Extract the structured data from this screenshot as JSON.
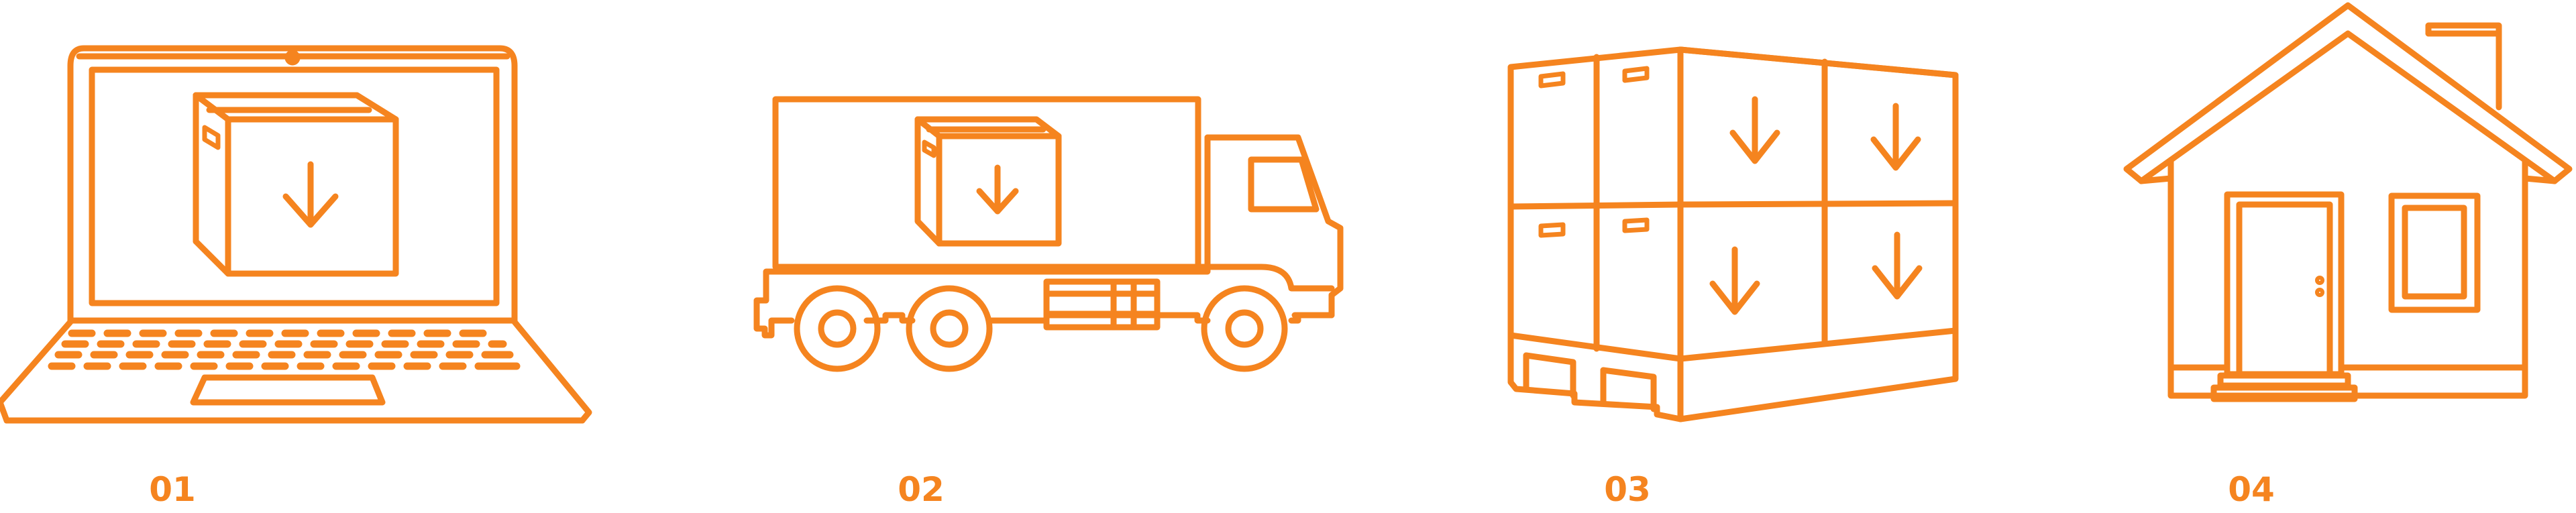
{
  "colors": {
    "accent": "#F5841F",
    "background": "#FFFFFF"
  },
  "steps": [
    {
      "number": "01",
      "icon": "laptop-download-icon"
    },
    {
      "number": "02",
      "icon": "delivery-truck-icon"
    },
    {
      "number": "03",
      "icon": "stacked-boxes-icon"
    },
    {
      "number": "04",
      "icon": "house-icon"
    }
  ]
}
